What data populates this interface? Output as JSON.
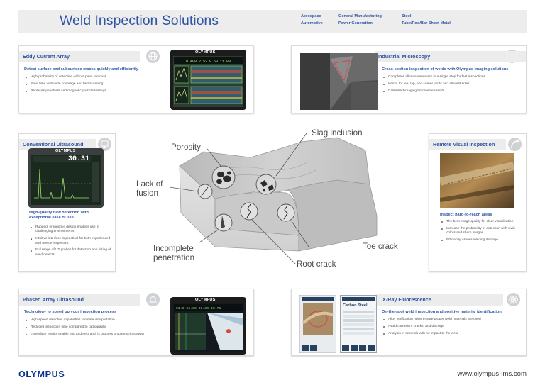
{
  "header": {
    "title": "Weld Inspection Solutions",
    "industries": [
      "Aerospace",
      "General Manufacturing",
      "Steel",
      "Automotive",
      "Power Generation",
      "Tube/Rod/Bar Sheet Metal"
    ]
  },
  "cards": {
    "eddy_current": {
      "title": "Eddy Current Array",
      "subtitle": "Detect surface and subsurface cracks quickly and efficiently",
      "bullets": [
        "High probability of detection without paint removal",
        "Save time with wide coverage and fast scanning",
        "Replaces penetrant and magnetic-particle testings"
      ],
      "screen_brand": "OLYMPUS",
      "icon": "globe-icon"
    },
    "microscopy": {
      "title": "Industrial Microscopy",
      "subtitle": "Cross-section inspection of welds with Olympus imaging solutions",
      "bullets": [
        "Completes all measurements in a single step for fast inspections",
        "Works for tee, lap, and corner joints and all weld sizes",
        "Calibrated imaging for reliable results"
      ],
      "icon": "microscope-icon"
    },
    "ultrasound": {
      "title": "Conventional Ultrasound",
      "subtitle": "High-quality flaw detection with exceptional ease of use",
      "bullets": [
        "Rugged, ergonomic design enables use in challenging environments",
        "Intuitive interface is practical for both experienced and novice inspectors",
        "Full range of UT probes for detection and sizing of weld defects"
      ],
      "screen_brand": "OLYMPUS",
      "screen_reading": "30.31",
      "icon": "monitor-icon"
    },
    "remote_visual": {
      "title": "Remote Visual Inspection",
      "subtitle": "Inspect hard-to-reach areas",
      "bullets": [
        "The best image quality for clear visualization",
        "Increase the probability of detection with vivid colors and sharp images",
        "Efficiently assess welding damage"
      ],
      "icon": "probe-icon"
    },
    "phased_array": {
      "title": "Phased Array Ultrasound",
      "subtitle": "Technology to speed up your inspection process",
      "bullets": [
        "High-speed detection capabilities facilitate interpretation",
        "Reduced inspection time compared to radiography",
        "Immediate results enable you to detect and fix process problems right away"
      ],
      "screen_brand": "OLYMPUS",
      "icon": "bell-icon"
    },
    "xrf": {
      "title": "X-Ray Fluorescence",
      "subtitle": "On-the-spot weld inspection and positive material identification",
      "bullets": [
        "Alloy verification helps ensure proper weld materials are used",
        "Avoid corrosion, cracks, and damage",
        "Analysis in seconds with no impact to the weld"
      ],
      "screen_heading": "Carbon Steel",
      "icon": "atom-icon"
    }
  },
  "diagram": {
    "labels": {
      "porosity": "Porosity",
      "slag": "Slag inclusion",
      "lack_of_fusion": "Lack of fusion",
      "incomplete_penetration": "Incomplete penetration",
      "toe_crack": "Toe crack",
      "root_crack": "Root crack"
    }
  },
  "footer": {
    "logo": "OLYMPUS",
    "url": "www.olympus-ims.com"
  },
  "colors": {
    "accent_blue": "#2f55a4",
    "header_gray": "#ededed",
    "logo_blue": "#0a3390"
  }
}
